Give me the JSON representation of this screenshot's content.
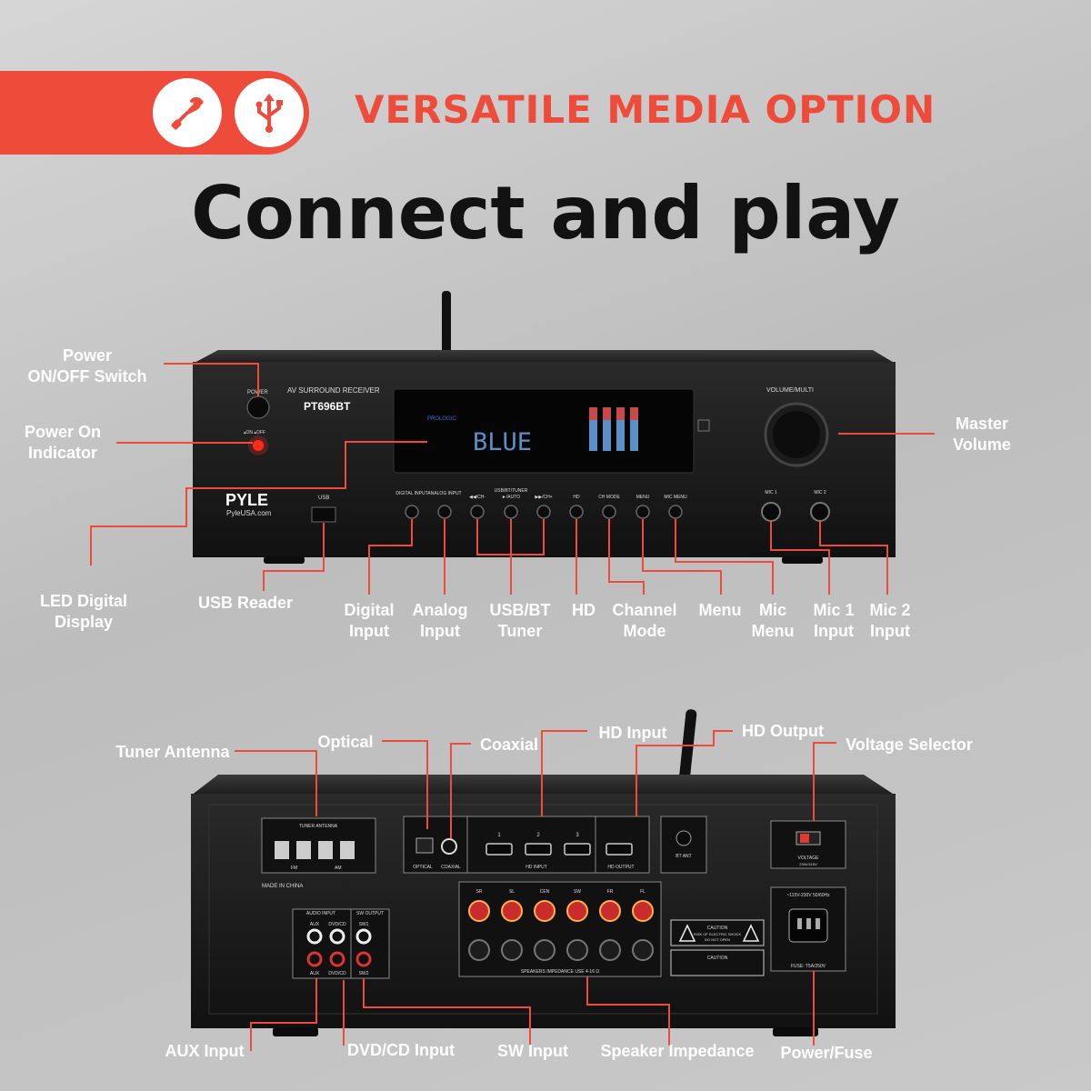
{
  "banner": {
    "headline": "VERSATILE MEDIA OPTION",
    "subheadline": "Connect and play",
    "icons": [
      "audio-cable-icon",
      "usb-icon"
    ],
    "accent_color": "#ef4b3b"
  },
  "front_panel": {
    "brand": "PYLE",
    "brand_url": "PyleUSA.com",
    "series": "AV SURROUND RECEIVER",
    "model": "PT696BT",
    "display_text": "BLUE",
    "display_mode": "PROLOGIC",
    "power_label": "POWER",
    "power_state": "▴ON  ▴OFF",
    "volume_label": "VOLUME/MULTI",
    "usb_label": "USB",
    "buttons": {
      "digital_input": "DIGITAL INPUT",
      "analog_input": "ANALOG INPUT",
      "usb_bt_tuner": "USB/BT/TUNER",
      "prev_ch": "◀◀/CH-",
      "auto": "►/AUTO",
      "next_ch": "▶▶/CH+",
      "hd": "HD",
      "ch_mode": "CH MODE",
      "menu": "MENU",
      "mic_menu": "MIC MENU",
      "mic1": "MIC 1",
      "mic2": "MIC 2"
    }
  },
  "front_callouts": {
    "power_switch": [
      "Power",
      "ON/OFF Switch"
    ],
    "power_indicator": [
      "Power On",
      "Indicator"
    ],
    "master_volume": [
      "Master",
      "Volume"
    ],
    "led_display": [
      "LED Digital",
      "Display"
    ],
    "usb_reader": "USB Reader",
    "digital_input": [
      "Digital",
      "Input"
    ],
    "analog_input": [
      "Analog",
      "Input"
    ],
    "usb_bt_tuner": [
      "USB/BT",
      "Tuner"
    ],
    "hd": "HD",
    "channel_mode": [
      "Channel",
      "Mode"
    ],
    "menu": "Menu",
    "mic_menu": [
      "Mic",
      "Menu"
    ],
    "mic1_input": [
      "Mic 1",
      "Input"
    ],
    "mic2_input": [
      "Mic 2",
      "Input"
    ]
  },
  "rear_panel": {
    "tuner_antenna": "TUNER ANTENNA",
    "fm": "FM",
    "am": "AM",
    "made_in": "MADE IN CHINA",
    "optical": "OPTICAL",
    "coaxial": "COAXIAL",
    "hd_input": "HD  INPUT",
    "hd_input_ports": [
      "1",
      "2",
      "3"
    ],
    "hd_output": "HD  OUTPUT",
    "bt_ant": "BT ANT",
    "voltage": "VOLTAGE",
    "voltage_values": "230V/115V",
    "power_rating": "~115V-230V 50/60Hz",
    "fuse": "FUSE: T5A/250V",
    "audio_input": "AUDIO INPUT",
    "sw_output": "SW OUTPUT",
    "aux": "AUX",
    "dvd_cd": "DVD/CD",
    "sw1": "SW1",
    "sw2": "SW2",
    "channels": [
      "SR",
      "SL",
      "CEN",
      "SW",
      "FR",
      "FL"
    ],
    "speaker_impedance": "SPEAKERS IMPEDANCE USE 4-16 Ω",
    "caution": "CAUTION",
    "caution_line1": "RISK OF ELECTRIC SHOCK",
    "caution_line2": "DO NOT OPEN"
  },
  "rear_callouts": {
    "tuner_antenna": "Tuner Antenna",
    "optical": "Optical",
    "coaxial": "Coaxial",
    "hd_input": "HD Input",
    "hd_output": "HD Output",
    "voltage_selector": "Voltage Selector",
    "aux_input": "AUX Input",
    "dvd_cd_input": "DVD/CD Input",
    "sw_input": "SW Input",
    "speaker_impedance": "Speaker Impedance",
    "power_fuse": "Power/Fuse"
  }
}
